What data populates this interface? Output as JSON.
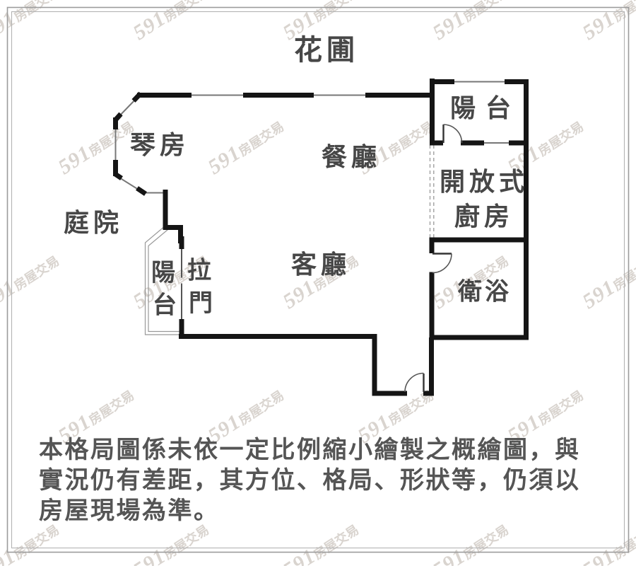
{
  "plan": {
    "garden_label": "花圃",
    "rooms": {
      "piano": "琴房",
      "dining": "餐廳",
      "balcony_tr": "陽台",
      "open_kitchen_line1": "開放式",
      "open_kitchen_line2": "廚房",
      "courtyard": "庭院",
      "living": "客廳",
      "bath": "衛浴",
      "balcony_left": "陽台",
      "sliding_door": "拉門"
    }
  },
  "disclaimer": {
    "line1": "本格局圖係未依一定比例縮小繪製之概繪圖，與",
    "line2": "實況仍有差距，其方位、格局、形狀等，仍須以",
    "line3": "房屋現場為準。"
  },
  "watermark": {
    "number": "591",
    "suffix": "房屋交易"
  },
  "colors": {
    "wall": "#151515",
    "window_line": "#777777",
    "door_line": "#555555",
    "dashed_line": "#9a9a9a",
    "label": "#474747",
    "disclaimer_text": "#555555",
    "watermark": "#d9d4cf",
    "frame": "#9c9c9c"
  }
}
